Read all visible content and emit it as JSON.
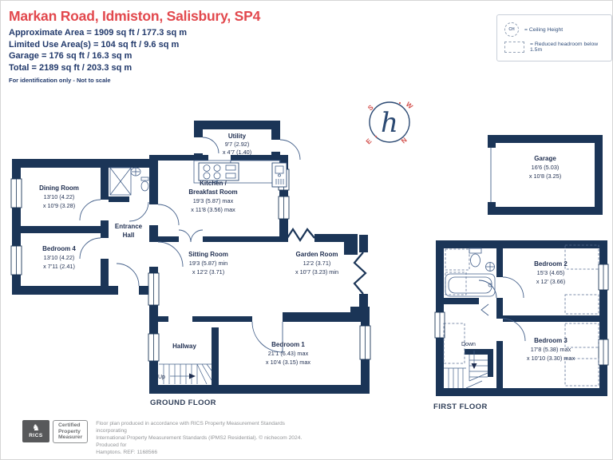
{
  "header": {
    "title": "Markan Road, Idmiston, Salisbury, SP4",
    "area_lines": [
      "Approximate Area = 1909  sq ft / 177.3  sq m",
      "Limited Use Area(s) = 104  sq ft / 9.6  sq m",
      "Garage = 176 sq ft / 16.3  sq m",
      "Total = 2189 sq ft / 203.3 sq m"
    ],
    "disclaimer": "For identification only - Not to scale"
  },
  "legend": {
    "ch_symbol": "CH",
    "ceiling_label": "= Ceiling Height",
    "reduced_label": "= Reduced headroom below 1.5m"
  },
  "compass": {
    "logo": "h",
    "n": "N",
    "s": "S",
    "e": "E",
    "w": "W"
  },
  "ground_floor": {
    "caption": "GROUND FLOOR",
    "utility_name": "Utility",
    "utility_d1": "9'7 (2.92)",
    "utility_d2": "x 4'7 (1.40)",
    "kitchen_name1": "Kitchen /",
    "kitchen_name2": "Breakfast Room",
    "kitchen_d1": "19'3 (5.87) max",
    "kitchen_d2": "x 11'8 (3.56) max",
    "dining_name": "Dining Room",
    "dining_d1": "13'10 (4.22)",
    "dining_d2": "x 10'9 (3.28)",
    "bedroom4_name": "Bedroom 4",
    "bedroom4_d1": "13'10 (4.22)",
    "bedroom4_d2": "x 7'11 (2.41)",
    "hall_name1": "Entrance",
    "hall_name2": "Hall",
    "sitting_name": "Sitting Room",
    "sitting_d1": "19'3 (5.87) min",
    "sitting_d2": "x 12'2 (3.71)",
    "garden_name": "Garden Room",
    "garden_d1": "12'2 (3.71)",
    "garden_d2": "x 10'7 (3.23) min",
    "hallway_name": "Hallway",
    "bedroom1_name": "Bedroom 1",
    "bedroom1_d1": "21'1 (6.43) max",
    "bedroom1_d2": "x 10'4 (3.15) max",
    "up_label": "Up"
  },
  "garage": {
    "name": "Garage",
    "d1": "16'6 (5.03)",
    "d2": "x 10'8 (3.25)"
  },
  "first_floor": {
    "caption": "FIRST FLOOR",
    "bedroom2_name": "Bedroom 2",
    "bedroom2_d1": "15'3 (4.65)",
    "bedroom2_d2": "x 12' (3.66)",
    "bedroom3_name": "Bedroom 3",
    "bedroom3_d1": "17'8 (5.38) max",
    "bedroom3_d2": "x 10'10 (3.30) max",
    "down_label": "Down"
  },
  "footer": {
    "rics_label": "RICS",
    "lion_glyph": "♞",
    "cert_lines": [
      "Certified",
      "Property",
      "Measurer"
    ],
    "legal_lines": [
      "Floor plan produced in accordance with RICS Property Measurement Standards incorporating",
      "International Property Measurement Standards (IPMS2 Residential).  © nichecom 2024.   Produced for",
      "Hamptons.  REF: 1168566"
    ]
  }
}
